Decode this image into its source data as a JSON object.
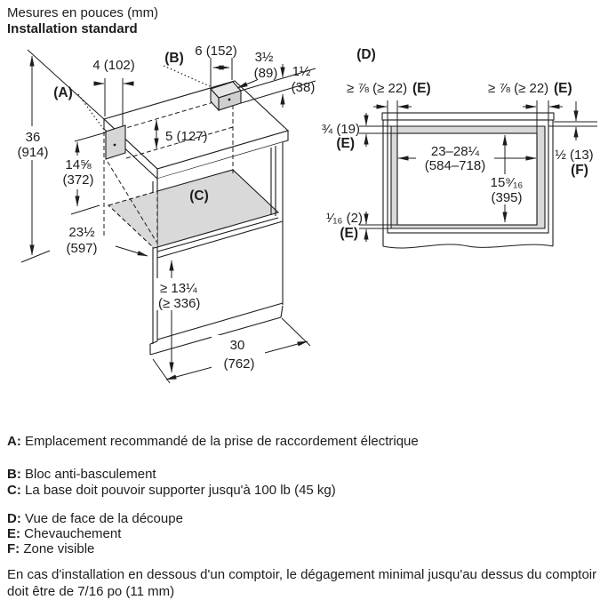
{
  "header": {
    "line1": "Mesures en pouces (mm)",
    "line2": "Installation standard"
  },
  "colors": {
    "line": "#1d1d1b",
    "shade": "#d9d9d9"
  },
  "iso": {
    "label_a": "(A)",
    "label_b": "(B)",
    "label_c": "(C)",
    "h36": "36",
    "h36mm": "(914)",
    "d4": "4 (102)",
    "d6": "6 (152)",
    "d35": "3½",
    "d35mm": "(89)",
    "d15": "1½",
    "d15mm": "(38)",
    "d5": "5 (127)",
    "d146": "14⅝",
    "d146mm": "(372)",
    "d235": "23½",
    "d235mm": "(597)",
    "d134": "≥ 13¼",
    "d134mm": "(≥ 336)",
    "d30": "30",
    "d30mm": "(762)"
  },
  "front": {
    "label_d": "(D)",
    "ov_left": "≥ ⅞ (≥ 22)",
    "ov_left_label": "(E)",
    "ov_right": "≥ ⅞ (≥ 22)",
    "ov_right_label": "(E)",
    "top_ov": "¾ (19)",
    "top_ov_label": "(E)",
    "bot_ov": "¹⁄₁₆ (2)",
    "bot_ov_label": "(E)",
    "vis": "½ (13)",
    "vis_label": "(F)",
    "w": "23–28¼",
    "wmm": "(584–718)",
    "h": "15⁹⁄₁₆",
    "hmm": "(395)"
  },
  "legend": [
    {
      "key": "A:",
      "text": "Emplacement recommandé de la prise de raccordement électrique"
    },
    {
      "key": "B:",
      "text": "Bloc anti-basculement"
    },
    {
      "key": "C:",
      "text": "La base doit pouvoir supporter jusqu'à 100 lb (45 kg)"
    },
    {
      "key": "D:",
      "text": "Vue de face de la découpe"
    },
    {
      "key": "E:",
      "text": "Chevauchement"
    },
    {
      "key": "F:",
      "text": "Zone visible"
    }
  ],
  "note": "En cas d'installation en dessous d'un comptoir, le dégagement minimal jusqu'au dessus du comptoir doit être de 7/16 po (11 mm)"
}
